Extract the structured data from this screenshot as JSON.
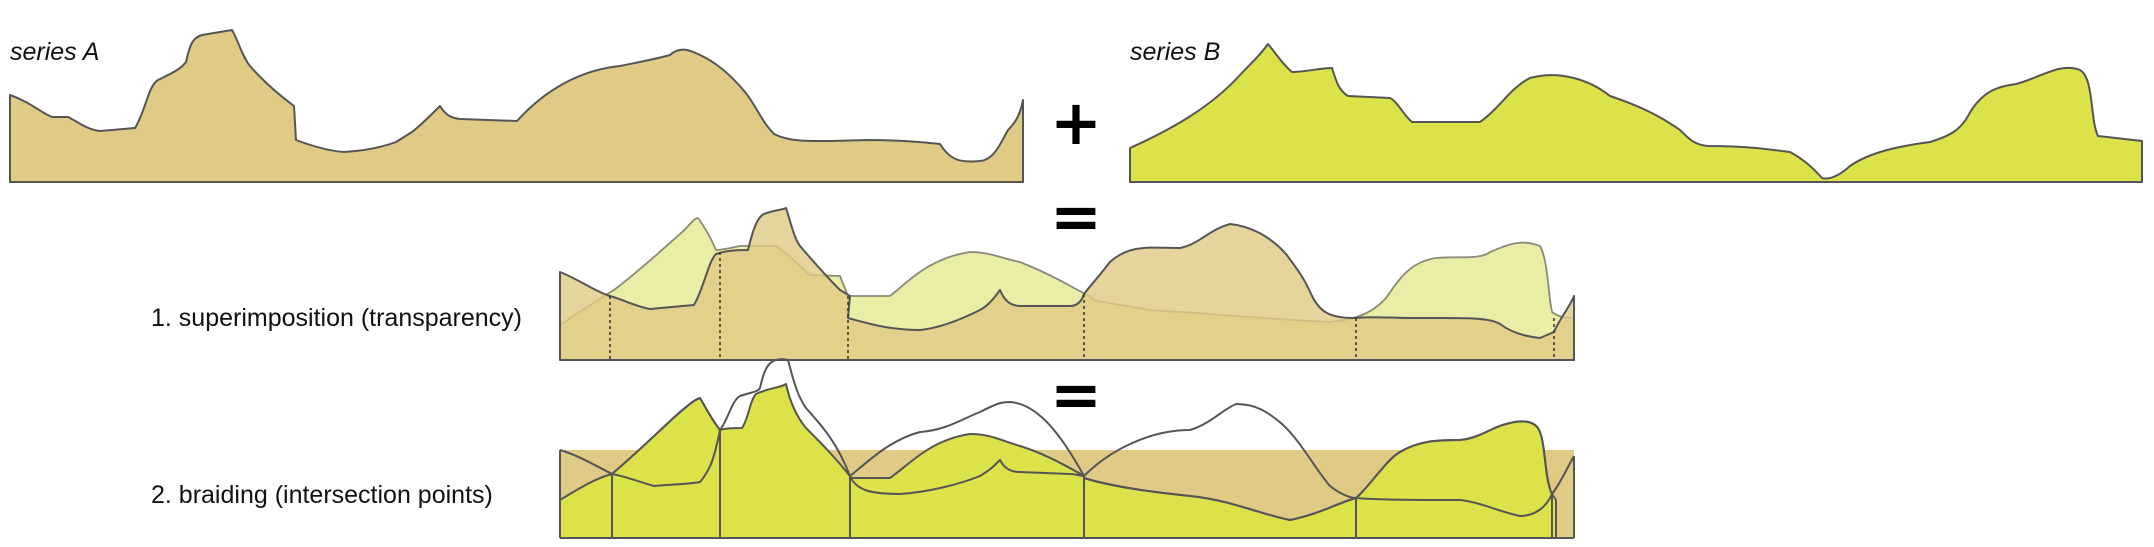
{
  "labels": {
    "series_a": "series A",
    "series_b": "series B",
    "plus": "+",
    "equals_1": "=",
    "equals_2": "=",
    "method_1": "1. superimposition (transparency)",
    "method_2": "2. braiding (intersection points)"
  },
  "colors": {
    "series_a": "#dfcb85",
    "series_b": "#dbe24a",
    "series_b_transparent": "#eaeda5",
    "overlap": "#ddd46e",
    "outline": "#555555",
    "outline_soft": "#8a8a7a",
    "divider": "#333333"
  }
}
